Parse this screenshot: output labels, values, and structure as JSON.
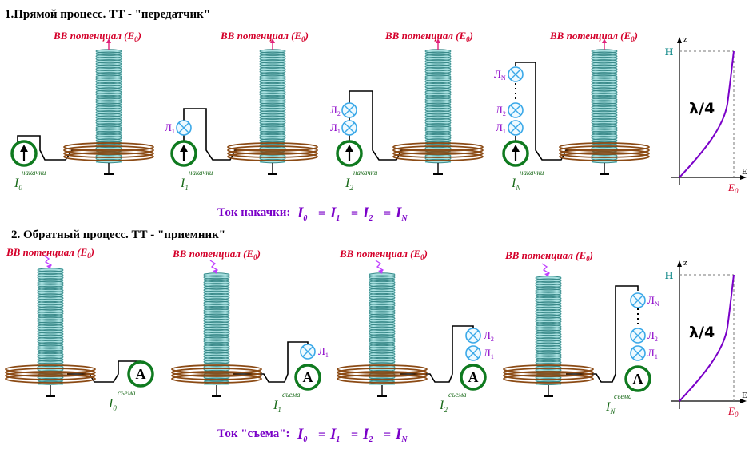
{
  "section1": {
    "title": "1.Прямой процесс. ТТ - \"передатчик\""
  },
  "section2": {
    "title": "2. Обратный процесс. ТТ - \"приемник\""
  },
  "vv_label": "ВВ потенциал (E",
  "vv_sub": "0",
  "vv_close": ")",
  "lamp_letter": "Л",
  "lamp_subs": {
    "first": "1",
    "second": "2",
    "last": "N"
  },
  "ammeter_symbol": "A",
  "current_letter": "I",
  "current_subs": [
    "0",
    "1",
    "2",
    "N"
  ],
  "pump_sup": "накачки",
  "pickup_sup": "съема",
  "eq_top": {
    "label": "Ток накачки:",
    "terms": [
      "0",
      "1",
      "2",
      "N"
    ],
    "op": "="
  },
  "eq_bottom": {
    "label": "Ток \"съема\":",
    "terms": [
      "0",
      "1",
      "2",
      "N"
    ],
    "op": "="
  },
  "graph": {
    "z_label": "z",
    "e_label": "E",
    "h_label": "H",
    "e0_letter": "E",
    "e0_sub": "0",
    "lambda_label": "λ/4"
  },
  "colors": {
    "coil": "#3a8a8a",
    "coil_fill": "#a8e0e0",
    "base_coil": "#8b4a14",
    "meter": "#0f7a1f",
    "lamp": "#3aa8e8",
    "red": "#d4002a",
    "purple": "#7a00c8",
    "green": "#1a6a1a",
    "teal": "#008080"
  }
}
